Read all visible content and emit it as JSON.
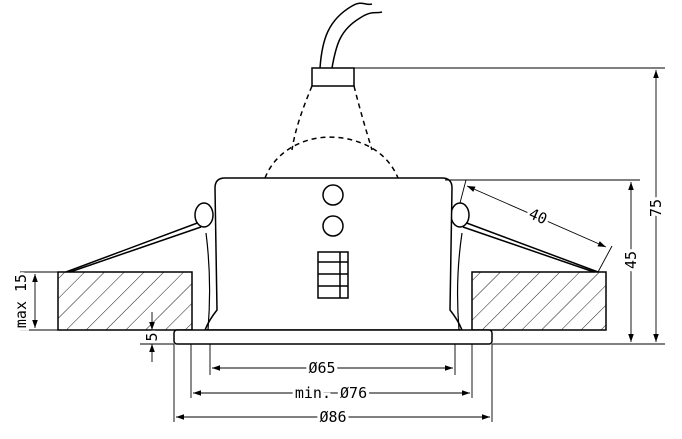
{
  "drawing": {
    "labels": {
      "d65": "Ø65",
      "min76": "min. Ø76",
      "d86": "Ø86",
      "h75": "75",
      "h45": "45",
      "angle40": "40",
      "max15": "max 15",
      "five": "5"
    },
    "colors": {
      "line": "#000000",
      "background": "#ffffff"
    }
  }
}
